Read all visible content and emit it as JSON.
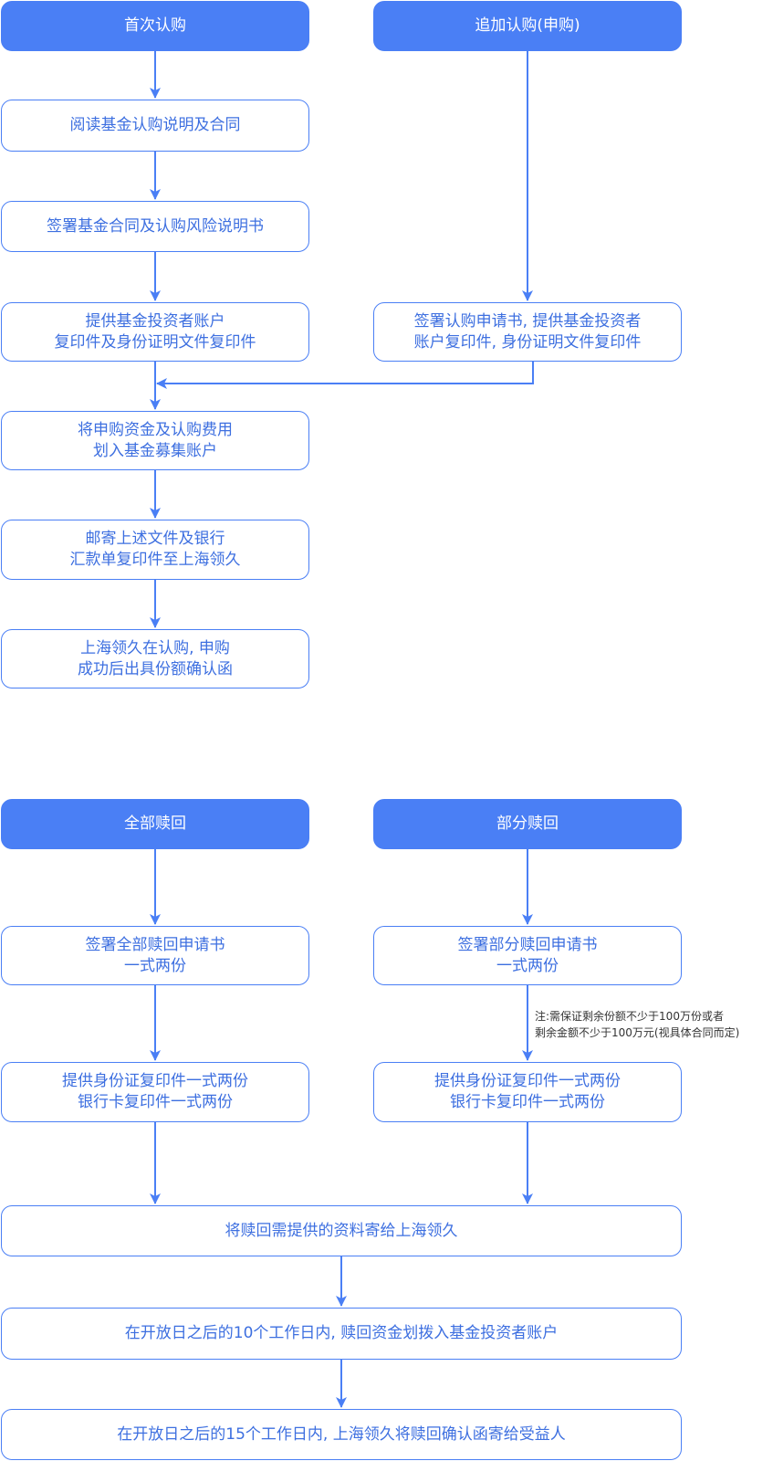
{
  "subscription": {
    "first_header": "首次认购",
    "additional_header": "追加认购(申购)",
    "first_steps": [
      [
        "阅读基金认购说明及合同"
      ],
      [
        "签署基金合同及认购风险说明书"
      ],
      [
        "提供基金投资者账户",
        "复印件及身份证明文件复印件"
      ],
      [
        "将申购资金及认购费用",
        "划入基金募集账户"
      ],
      [
        "邮寄上述文件及银行",
        "汇款单复印件至上海领久"
      ],
      [
        "上海领久在认购, 申购",
        "成功后出具份额确认函"
      ]
    ],
    "additional_step": [
      "签署认购申请书, 提供基金投资者",
      "账户复印件, 身份证明文件复印件"
    ]
  },
  "redemption": {
    "full_header": "全部赎回",
    "partial_header": "部分赎回",
    "full_steps": [
      [
        "签署全部赎回申请书",
        "一式两份"
      ],
      [
        "提供身份证复印件一式两份",
        "银行卡复印件一式两份"
      ]
    ],
    "partial_steps": [
      [
        "签署部分赎回申请书",
        "一式两份"
      ],
      [
        "提供身份证复印件一式两份",
        "银行卡复印件一式两份"
      ]
    ],
    "partial_note": [
      "注:需保证剩余份额不少于100万份或者",
      "剩余金额不少于100万元(视具体合同而定)"
    ],
    "common_steps": [
      "将赎回需提供的资料寄给上海领久",
      "在开放日之后的10个工作日内, 赎回资金划拨入基金投资者账户",
      "在开放日之后的15个工作日内, 上海领久将赎回确认函寄给受益人"
    ]
  },
  "colors": {
    "accent": "#4a7ff5",
    "text": "#3d6fe0",
    "note": "#333333"
  }
}
